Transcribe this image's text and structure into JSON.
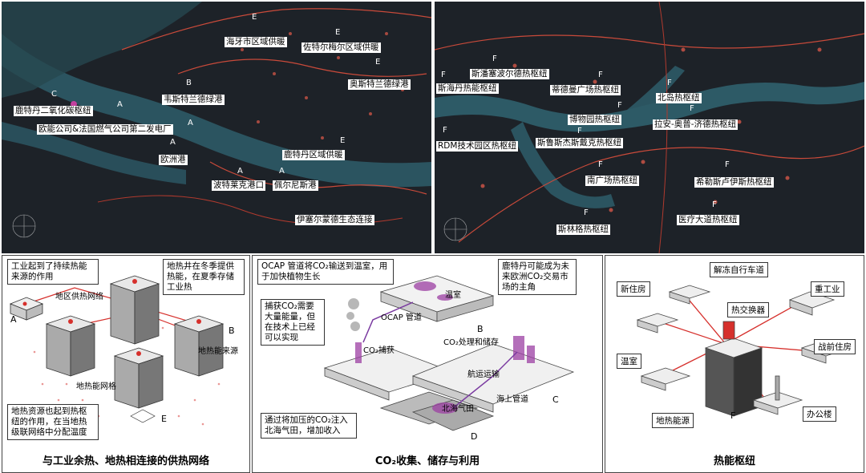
{
  "map_left": {
    "labels": [
      "海牙市区域供暖",
      "佐特尔梅尔区域供暖",
      "奥斯特兰德绿港",
      "韦斯特兰德绿港",
      "鹿特丹二氧化碳枢纽",
      "欧能公司&法国燃气公司第二发电厂",
      "欧洲港",
      "鹿特丹区域供暖",
      "波特莱克港口",
      "佩尔尼斯港",
      "伊塞尔蒙德生态连接"
    ],
    "letters": [
      "E",
      "E",
      "E",
      "E",
      "B",
      "C",
      "A",
      "A",
      "A",
      "A",
      "A"
    ]
  },
  "map_right": {
    "labels": [
      "斯潘塞波尔德热枢纽",
      "斯海丹热能枢纽",
      "蒂德曼广场热枢纽",
      "北岛热枢纽",
      "博物园热枢纽",
      "拉安-奥普-济德热枢纽",
      "RDM技术园区热枢纽",
      "斯鲁斯杰斯戴克热枢纽",
      "南广场热枢纽",
      "希勒斯卢伊斯热枢纽",
      "医疗大道热枢纽",
      "斯林格热枢纽"
    ],
    "letter": "F"
  },
  "panel_left": {
    "notes": [
      "工业起到了持续热能来源的作用",
      "地热井在冬季提供热能，在夏季存储工业热",
      "地热资源也起到热枢纽的作用，在当地热级联网络中分配温度"
    ],
    "labels": [
      "地区供热网络",
      "地热能来源",
      "地热能网格"
    ],
    "letters": [
      "A",
      "B",
      "E"
    ],
    "caption": "与工业余热、地热相连接的供热网络"
  },
  "panel_mid": {
    "notes": [
      "OCAP 管道将CO₂输送到温室，用于加快植物生长",
      "捕获CO₂需要大量能量，但在技术上已经可以实现",
      "鹿特丹可能成为未来欧洲CO₂交易市场的主角",
      "通过将加压的CO₂注入北海气田，增加收入"
    ],
    "labels": [
      "温室",
      "OCAP 管道",
      "CO₂捕获",
      "CO₂处理和储存",
      "航运运输",
      "海上管道",
      "北海气田"
    ],
    "letters": [
      "B",
      "C",
      "D"
    ],
    "caption": "CO₂收集、储存与利用"
  },
  "panel_right": {
    "labels": [
      "解冻自行车道",
      "新住房",
      "重工业",
      "热交换器",
      "战前住房",
      "温室",
      "地热能源",
      "办公楼"
    ],
    "letter": "F",
    "caption": "热能枢纽"
  },
  "colors": {
    "map_bg": "#1d2228",
    "water": "#2d5a66",
    "red": "#d6302c",
    "purple": "#a03aa8"
  }
}
